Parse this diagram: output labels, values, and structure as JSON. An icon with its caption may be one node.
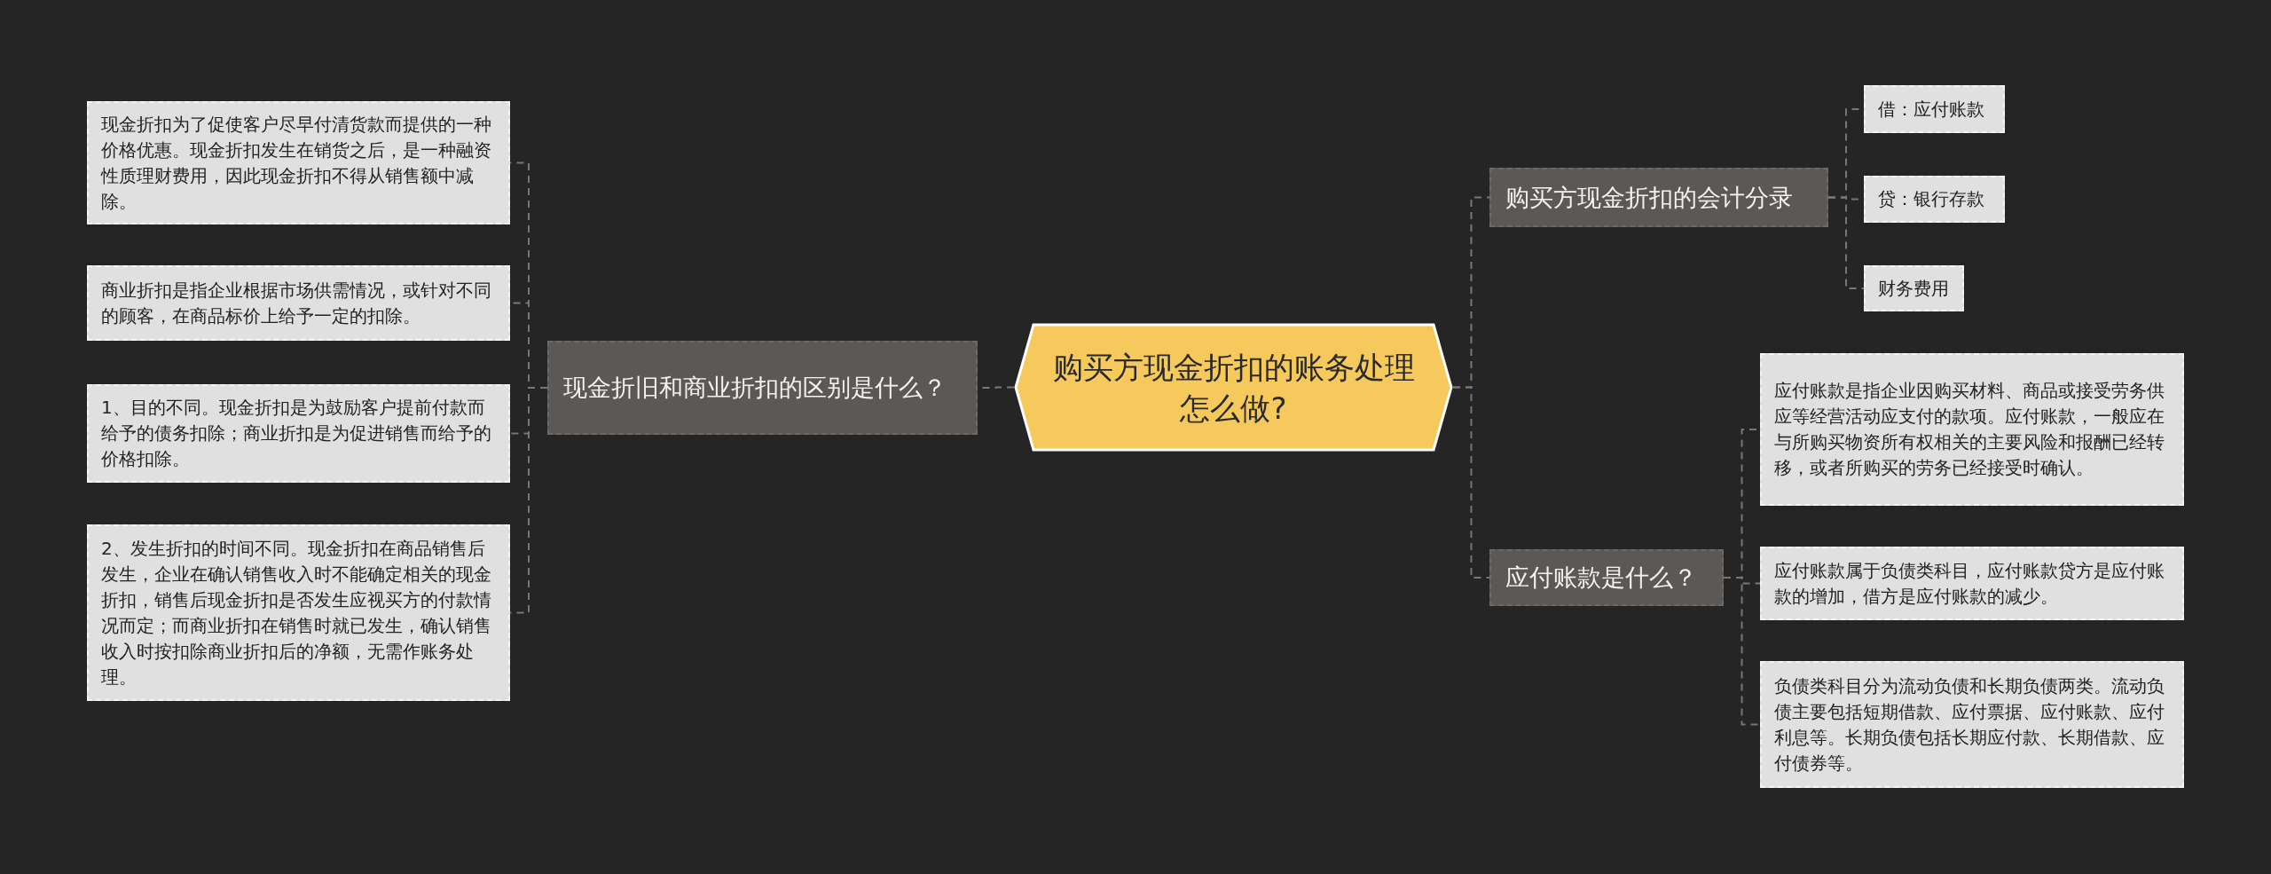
{
  "diagram": {
    "nodes": [
      {
        "text": [
          "购买方现金折扣的账务处理怎么做?"
        ]
      },
      {
        "text": [
          "现金折旧和商业折扣的区别是什么？"
        ]
      },
      {
        "text": [
          "现金折扣为了促使客户尽早付清货款而提供的一种价格优惠。现金折扣发生在销货之后，是一种融资性质理财费用，因此现金折扣不得从销售额中减除。"
        ]
      },
      {
        "text": [
          "商业折扣是指企业根据市场供需情况，或针对不同的顾客，在商品标价上给予一定的扣除。"
        ]
      },
      {
        "text": [
          "1、目的不同。现金折扣是为鼓励客户提前付款而给予的债务扣除；商业折扣是为促进销售而给予的价格扣除。"
        ]
      },
      {
        "text": [
          "2、发生折扣的时间不同。现金折扣在商品销售后发生，企业在确认销售收入时不能确定相关的现金折扣，销售后现金折扣是否发生应视买方的付款情况而定；而商业折扣在销售时就已发生，确认销售收入时按扣除商业折扣后的净额，无需作账务处理。"
        ]
      },
      {
        "text": [
          "购买方现金折扣的会计分录"
        ]
      },
      {
        "text": [
          "借：应付账款"
        ]
      },
      {
        "text": [
          "贷：银行存款"
        ]
      },
      {
        "text": [
          "财务费用"
        ]
      },
      {
        "text": [
          "应付账款是什么？"
        ]
      },
      {
        "text": [
          "应付账款是指企业因购买材料、商品或接受劳务供应等经营活动应支付的款项。应付账款，一般应在与所购买物资所有权相关的主要风险和报酬已经转移，或者所购买的劳务已经接受时确认。"
        ]
      },
      {
        "text": [
          "应付账款属于负债类科目，应付账款贷方是应付账款的增加，借方是应付账款的减少。"
        ]
      },
      {
        "text": [
          "负债类科目分为流动负债和长期负债两类。流动负债主要包括短期借款、应付票据、应付账款、应付利息等。长期负债包括长期应付款、长期借款、应付债券等。"
        ]
      }
    ],
    "edges": [
      {
        "from": 0,
        "to": 1,
        "arrow": "none"
      },
      {
        "from": 1,
        "to": 2,
        "arrow": "none"
      },
      {
        "from": 1,
        "to": 3,
        "arrow": "none"
      },
      {
        "from": 1,
        "to": 4,
        "arrow": "none"
      },
      {
        "from": 1,
        "to": 5,
        "arrow": "none"
      },
      {
        "from": 0,
        "to": 6,
        "arrow": "none"
      },
      {
        "from": 6,
        "to": 7,
        "arrow": "none"
      },
      {
        "from": 6,
        "to": 8,
        "arrow": "none"
      },
      {
        "from": 6,
        "to": 9,
        "arrow": "none"
      },
      {
        "from": 0,
        "to": 10,
        "arrow": "none"
      },
      {
        "from": 10,
        "to": 11,
        "arrow": "none"
      },
      {
        "from": 10,
        "to": 12,
        "arrow": "none"
      },
      {
        "from": 10,
        "to": 13,
        "arrow": "none"
      }
    ]
  }
}
